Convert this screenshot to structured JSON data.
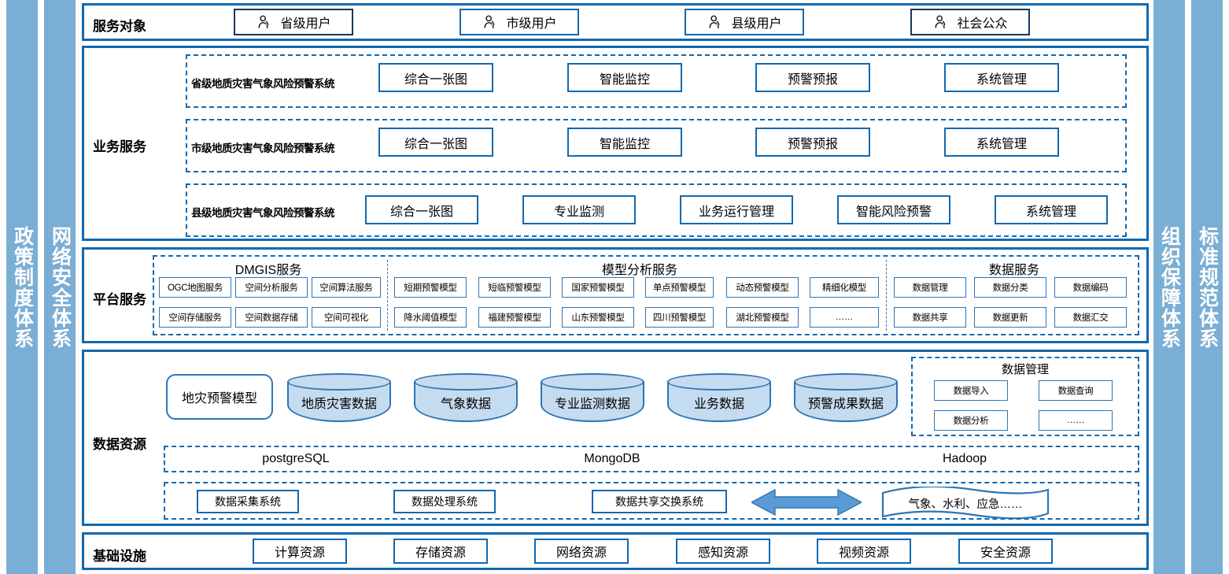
{
  "colors": {
    "sidebar_fill": "#7BAED4",
    "panel_border": "#1269B0",
    "cell_border": "#2E75B6",
    "navy_border": "#17365D",
    "cylinder_fill": "#C5DBEF",
    "arrow_fill": "#5B9BD5"
  },
  "side_bars": {
    "left": [
      {
        "label": "政策制度体系"
      },
      {
        "label": "网络安全体系"
      }
    ],
    "right": [
      {
        "label": "组织保障体系"
      },
      {
        "label": "标准规范体系"
      }
    ]
  },
  "service_objects": {
    "row_label": "服务对象",
    "icon": "user-icon",
    "items": [
      {
        "label": "省级用户",
        "border": "navy"
      },
      {
        "label": "市级用户",
        "border": "blue"
      },
      {
        "label": "县级用户",
        "border": "blue"
      },
      {
        "label": "社会公众",
        "border": "navy"
      }
    ]
  },
  "business_services": {
    "row_label": "业务服务",
    "groups": [
      {
        "system": "省级地质灾害气象风险预警系统",
        "modules": [
          "综合一张图",
          "智能监控",
          "预警预报",
          "系统管理"
        ]
      },
      {
        "system": "市级地质灾害气象风险预警系统",
        "modules": [
          "综合一张图",
          "智能监控",
          "预警预报",
          "系统管理"
        ]
      },
      {
        "system": "县级地质灾害气象风险预警系统",
        "modules": [
          "综合一张图",
          "专业监测",
          "业务运行管理",
          "智能风险预警",
          "系统管理"
        ]
      }
    ]
  },
  "platform_services": {
    "row_label": "平台服务",
    "groups": [
      {
        "title": "DMGIS服务",
        "row1": [
          "OGC地图服务",
          "空间分析服务",
          "空间算法服务"
        ],
        "row2": [
          "空间存储服务",
          "空间数据存储",
          "空间可视化"
        ]
      },
      {
        "title": "模型分析服务",
        "row1": [
          "短期预警模型",
          "短临预警模型",
          "国家预警模型",
          "单点预警模型",
          "动态预警模型",
          "精细化模型"
        ],
        "row2": [
          "降水阈值模型",
          "福建预警模型",
          "山东预警模型",
          "四川预警模型",
          "湖北预警模型",
          "……"
        ]
      },
      {
        "title": "数据服务",
        "row1": [
          "数据管理",
          "数据分类",
          "数据编码"
        ],
        "row2": [
          "数据共享",
          "数据更新",
          "数据汇交"
        ]
      }
    ]
  },
  "data_resources": {
    "row_label": "数据资源",
    "model_box": "地灾预警模型",
    "cylinders": [
      "地质灾害数据",
      "气象数据",
      "专业监测数据",
      "业务数据",
      "预警成果数据"
    ],
    "data_management": {
      "title": "数据管理",
      "items": [
        "数据导入",
        "数据查询",
        "数据分析",
        "……"
      ]
    },
    "databases": [
      "postgreSQL",
      "MongoDB",
      "Hadoop"
    ],
    "systems": [
      "数据采集系统",
      "数据处理系统",
      "数据共享交换系统"
    ],
    "exchange_arrow": "double-arrow-icon",
    "external": "气象、水利、应急……"
  },
  "infrastructure": {
    "row_label": "基础设施",
    "items": [
      "计算资源",
      "存储资源",
      "网络资源",
      "感知资源",
      "视频资源",
      "安全资源"
    ]
  }
}
